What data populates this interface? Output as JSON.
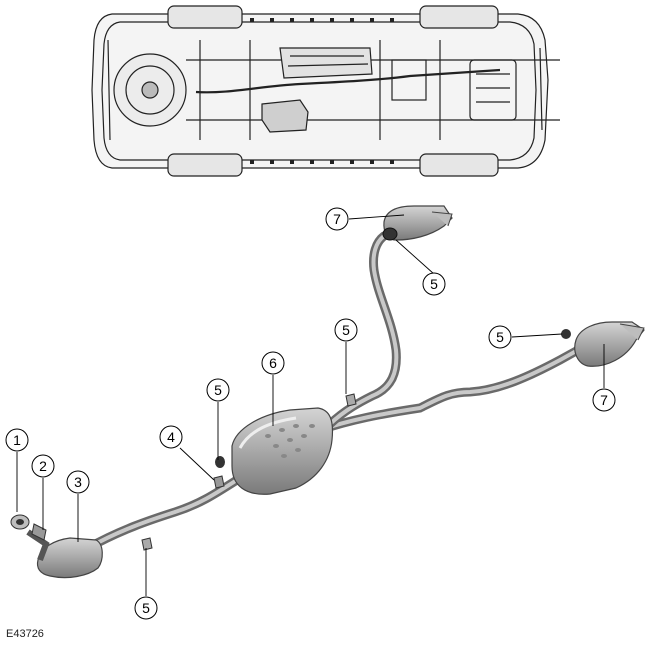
{
  "figure_id": "E43726",
  "callouts": [
    {
      "id": "c1",
      "label": "1"
    },
    {
      "id": "c2",
      "label": "2"
    },
    {
      "id": "c3",
      "label": "3"
    },
    {
      "id": "c4",
      "label": "4"
    },
    {
      "id": "c5a",
      "label": "5"
    },
    {
      "id": "c6",
      "label": "6"
    },
    {
      "id": "c5b",
      "label": "5"
    },
    {
      "id": "c7a",
      "label": "7"
    },
    {
      "id": "c5c",
      "label": "5"
    },
    {
      "id": "c5d",
      "label": "5"
    },
    {
      "id": "c7b",
      "label": "7"
    },
    {
      "id": "c5e",
      "label": "5"
    }
  ]
}
